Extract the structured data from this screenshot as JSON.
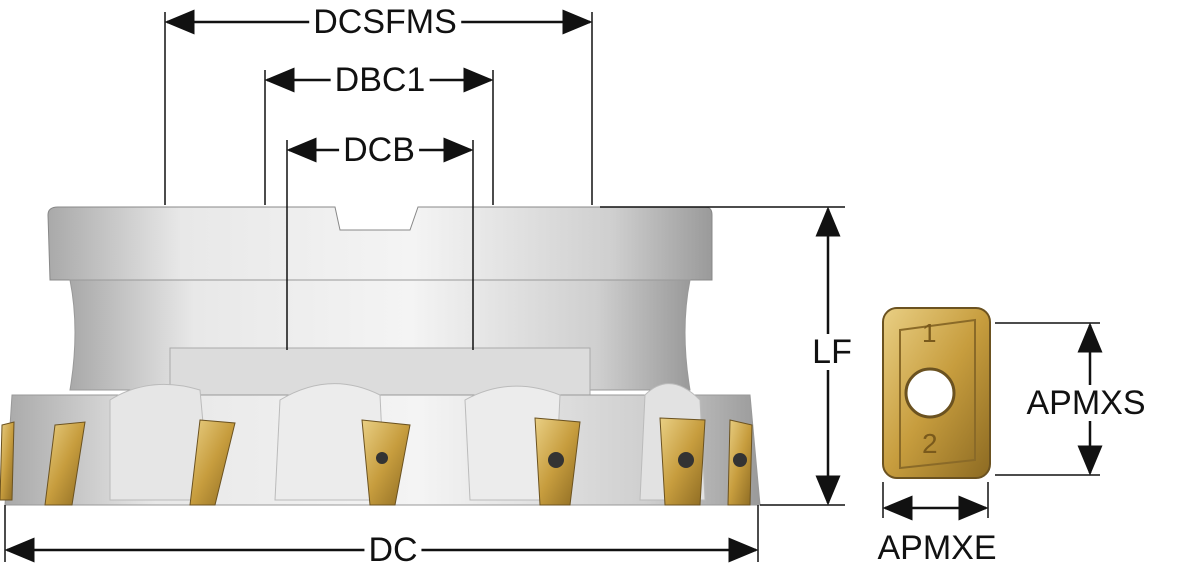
{
  "title": "Face mill cutter dimensions",
  "dimensions": {
    "dcsfms": "DCSFMS",
    "dbc1": "DBC1",
    "dcb": "DCB",
    "lf": "LF",
    "dc": "DC",
    "apmxs": "APMXS",
    "apmxe": "APMXE"
  },
  "insert_marks": {
    "top": "1",
    "bottom": "2"
  },
  "colors": {
    "body": "#d4d4d4",
    "insert": "#c9a24a",
    "line": "#111111"
  }
}
